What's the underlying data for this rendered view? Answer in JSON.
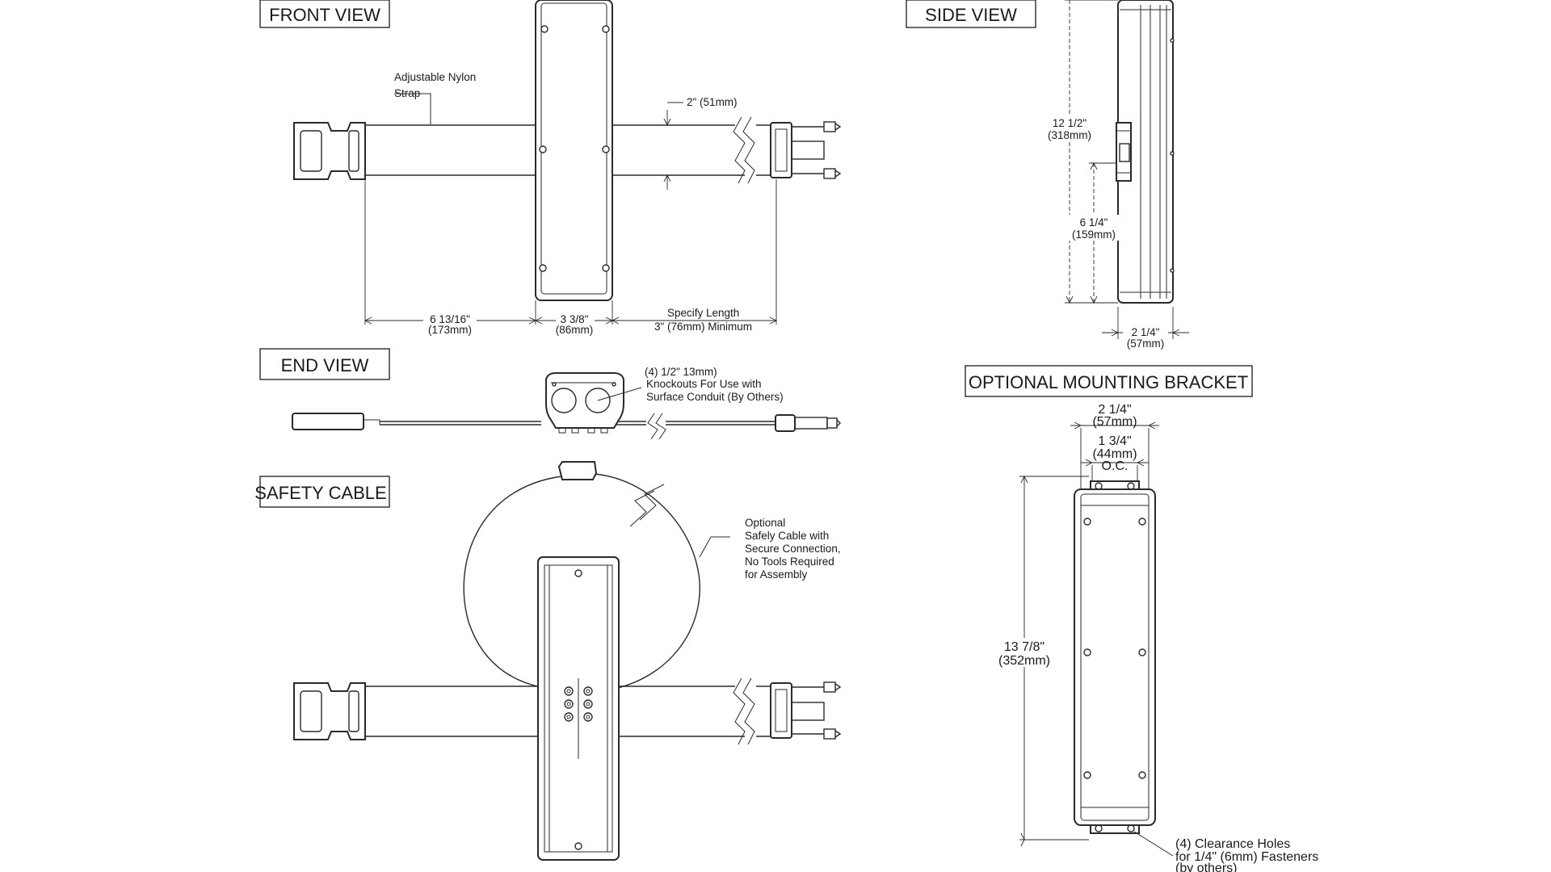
{
  "views": {
    "front": "FRONT VIEW",
    "side": "SIDE VIEW",
    "end": "END VIEW",
    "safety": "SAFETY CABLE",
    "bracket": "OPTIONAL MOUNTING BRACKET"
  },
  "notes": {
    "strap_1": "Adjustable Nylon",
    "strap_2": "Strap",
    "specify_1": "Specify Length",
    "specify_2": "3\" (76mm) Minimum",
    "knockout_1": "(4) 1/2\" 13mm)",
    "knockout_2": "Knockouts For Use with",
    "knockout_3": "Surface  Conduit (By Others)",
    "cable_1": "Optional",
    "cable_2": "Safely Cable with",
    "cable_3": "Secure Connection,",
    "cable_4": "No Tools Required",
    "cable_5": "for Assembly",
    "holes_1": "(4) Clearance Holes",
    "holes_2": "for 1/4\" (6mm) Fasteners",
    "holes_3": "(by others)"
  },
  "dims": {
    "strap_width": "2\" (51mm)",
    "left_len_in": "6 13/16\"",
    "left_len_mm": "(173mm)",
    "body_w_in": "3 3/8\"",
    "body_w_mm": "(86mm)",
    "height_in": "12 1/2\"",
    "height_mm": "(318mm)",
    "strap_h_in": "6 1/4\"",
    "strap_h_mm": "(159mm)",
    "depth_in": "2 1/4\"",
    "depth_mm": "(57mm)",
    "br_w_in": "2 1/4\"",
    "br_w_mm": "(57mm)",
    "br_oc_in": "1 3/4\"",
    "br_oc_mm": "(44mm)",
    "br_oc": "O.C.",
    "br_h_in": "13 7/8\"",
    "br_h_mm": "(352mm)"
  }
}
